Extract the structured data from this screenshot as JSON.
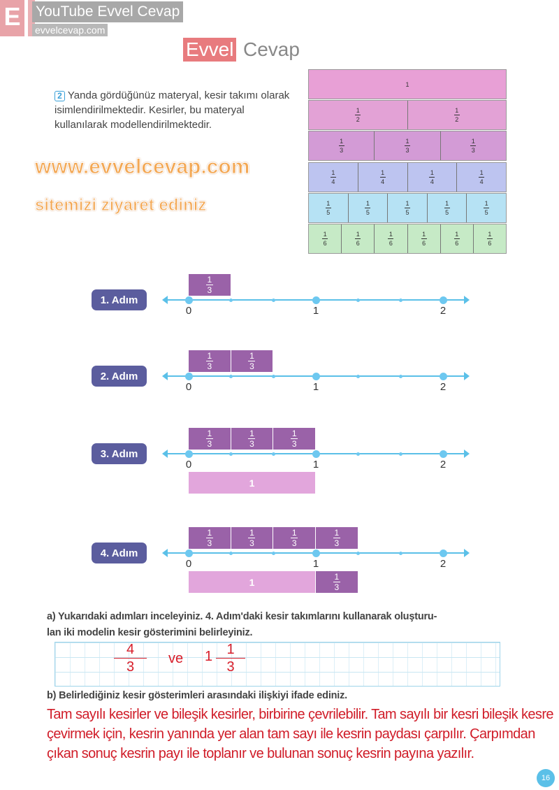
{
  "branding": {
    "logo_letter": "E",
    "title": "YouTube Evvel Cevap",
    "site": "evvelcevap.com"
  },
  "question": {
    "number": "2",
    "text": "Yanda gördüğünüz materyal, kesir takımı olarak isimlendirilmektedir. Kesirler, bu materyal kullanılarak modellendirilmektedir."
  },
  "fraction_wall": [
    {
      "parts": 1,
      "label": "1",
      "color": "#e8a0d6"
    },
    {
      "parts": 2,
      "num": "1",
      "den": "2",
      "color": "#e3a2d6"
    },
    {
      "parts": 3,
      "num": "1",
      "den": "3",
      "color": "#d39bd6"
    },
    {
      "parts": 4,
      "num": "1",
      "den": "4",
      "color": "#bdc4f0"
    },
    {
      "parts": 5,
      "num": "1",
      "den": "5",
      "color": "#b6e2f4"
    },
    {
      "parts": 6,
      "num": "1",
      "den": "6",
      "color": "#c6eac6"
    }
  ],
  "number_line_labels": [
    "0",
    "1",
    "2"
  ],
  "colors": {
    "third": "#9a62a8",
    "whole": "#e2a6dc",
    "badge": "#5b5d9e"
  },
  "steps": [
    {
      "label": "1. Adım",
      "thirds": 1,
      "below": null
    },
    {
      "label": "2. Adım",
      "thirds": 2,
      "below": null
    },
    {
      "label": "3. Adım",
      "thirds": 3,
      "below": {
        "whole": "1",
        "thirds": 0
      }
    },
    {
      "label": "4. Adım",
      "thirds": 4,
      "below": {
        "whole": "1",
        "thirds": 1
      }
    }
  ],
  "piece": {
    "num": "1",
    "den": "3"
  },
  "part_a": {
    "text": "a) Yukarıdaki adımları inceleyiniz. 4. Adım'daki kesir takımlarını kullanarak oluşturu-",
    "text2": "lan iki modelin kesir gösterimini belirleyiniz.",
    "answer": {
      "f1_num": "4",
      "f1_den": "3",
      "conj": "ve",
      "whole": "1",
      "f2_num": "1",
      "f2_den": "3"
    }
  },
  "part_b": {
    "text": "b) Belirlediğiniz kesir gösterimleri arasındaki ilişkiyi ifade ediniz.",
    "answer": "Tam sayılı kesirler ve bileşik kesirler, birbirine çevrilebilir. Tam sayılı bir kesri bileşik kesre çevirmek için, kesrin yanında yer alan tam sayı ile kesrin paydası çarpılır. Çarpımdan çıkan sonuç kesrin payı ile toplanır ve bulunan sonuç kesrin payına yazılır."
  },
  "watermark": {
    "line1": "www.evvelcevap.com",
    "line2": "sitemizi ziyaret ediniz",
    "footer1": "Evvel",
    "footer2": "Cevap"
  },
  "page_number": "16"
}
